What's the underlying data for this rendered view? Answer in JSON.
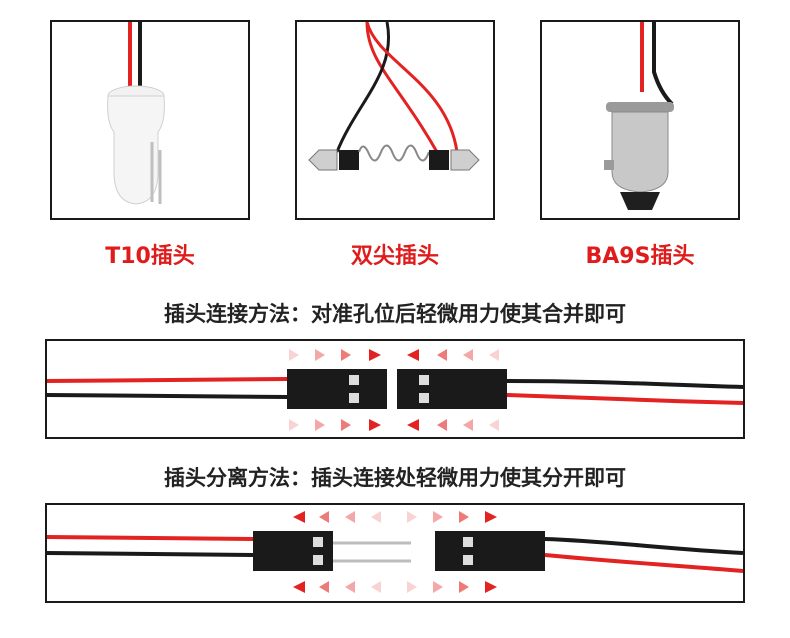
{
  "plugs": [
    {
      "name": "t10-plug",
      "label": "T10插头"
    },
    {
      "name": "festoon-plug",
      "label": "双尖插头"
    },
    {
      "name": "ba9s-plug",
      "label": "BA9S插头"
    }
  ],
  "connect": {
    "title": "插头连接方法：对准孔位后轻微用力使其合并即可"
  },
  "disconnect": {
    "title": "插头分离方法：插头连接处轻微用力使其分开即可"
  },
  "colors": {
    "accent": "#e01b1b",
    "wire_red": "#e32222",
    "wire_black": "#1a1a1a",
    "frame": "#1a1a1a"
  }
}
